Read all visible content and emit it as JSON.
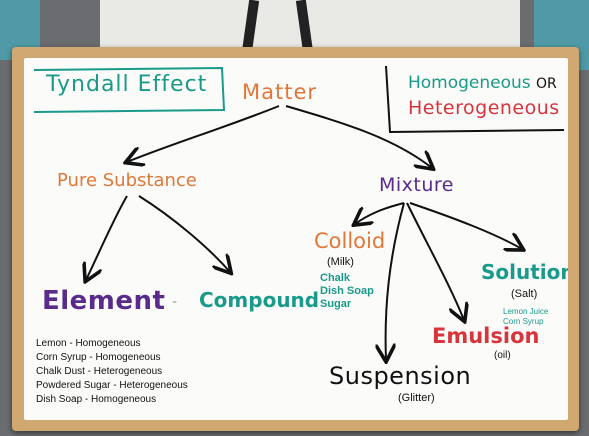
{
  "title": "Tyndall Effect",
  "root": "Matter",
  "corner": {
    "line1": "Homogeneous",
    "or": "OR",
    "line2": "Heterogeneous"
  },
  "pure_substance": "Pure Substance",
  "mixture": "Mixture",
  "element": "Element",
  "dash": "-",
  "compound": "Compound",
  "colloid": {
    "name": "Colloid",
    "example": "(Milk)",
    "items": [
      "Chalk",
      "Dish Soap",
      "Sugar"
    ]
  },
  "solution": {
    "name": "Solution",
    "example": "(Salt)",
    "items": [
      "Lemon Juice",
      "Corn Syrup"
    ]
  },
  "emulsion": {
    "name": "Emulsion",
    "example": "(oil)"
  },
  "suspension": {
    "name": "Suspension",
    "example": "(Glitter)"
  },
  "examples_list": [
    "Lemon - Homogeneous",
    "Corn Syrup - Homogeneous",
    "Chalk Dust - Heterogeneous",
    "Powdered Sugar - Heterogeneous",
    "Dish Soap - Homogeneous"
  ],
  "colors": {
    "teal": "#1a9a8a",
    "orange": "#e0783a",
    "purple": "#5a2a8c",
    "red": "#d8343c",
    "black": "#111111"
  }
}
